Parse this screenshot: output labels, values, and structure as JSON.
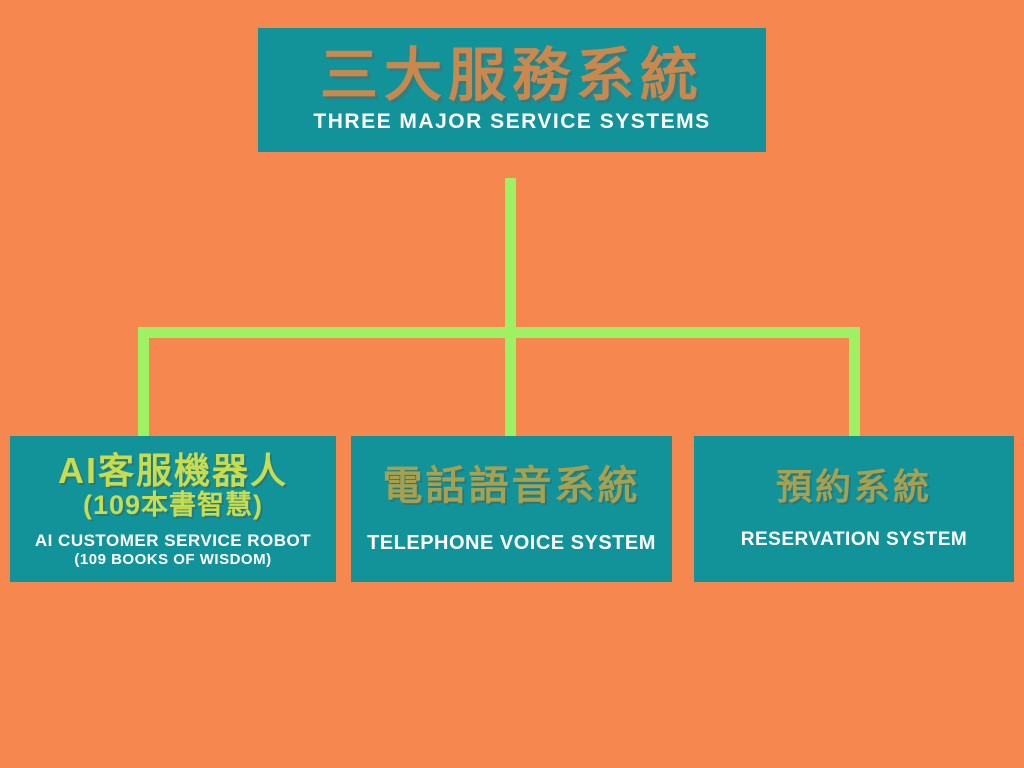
{
  "colors": {
    "background": "#F6884F",
    "box_teal": "#12939A",
    "connector_green": "#9EF162",
    "root_title_cn": "#C9894E",
    "left_node_cn": "#C9DC4E",
    "node_cn_gold": "#A6A04F",
    "english_text": "#FFFFFF"
  },
  "root": {
    "title_cn": "三大服務系統",
    "title_en": "THREE MAJOR SERVICE SYSTEMS"
  },
  "nodes": [
    {
      "cn": "AI客服機器人",
      "cn2": "(109本書智慧)",
      "en": "AI CUSTOMER SERVICE ROBOT",
      "en2": "(109 BOOKS OF WISDOM)"
    },
    {
      "cn": "電話語音系統",
      "en": "TELEPHONE VOICE SYSTEM"
    },
    {
      "cn": "預約系統",
      "en": "RESERVATION SYSTEM"
    }
  ]
}
